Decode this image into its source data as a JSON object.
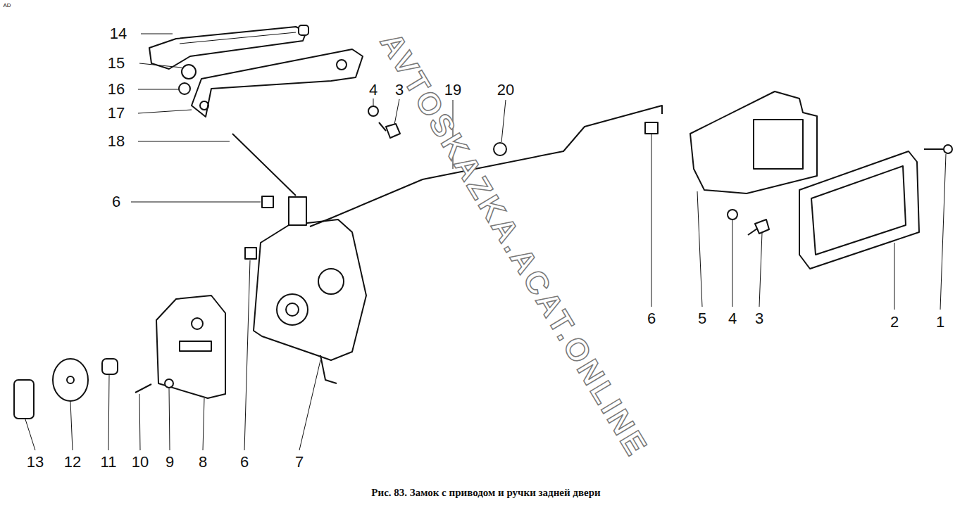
{
  "diagram": {
    "caption": "Рис. 83. Замок с приводом и ручки задней двери",
    "labels": [
      "14",
      "15",
      "16",
      "17",
      "18",
      "6",
      "4",
      "3",
      "19",
      "20",
      "6",
      "5",
      "4",
      "3",
      "2",
      "1",
      "13",
      "12",
      "11",
      "10",
      "9",
      "8",
      "6",
      "7",
      "AVTOSKAZKA.ACAT.ONLINE",
      "AD"
    ]
  }
}
